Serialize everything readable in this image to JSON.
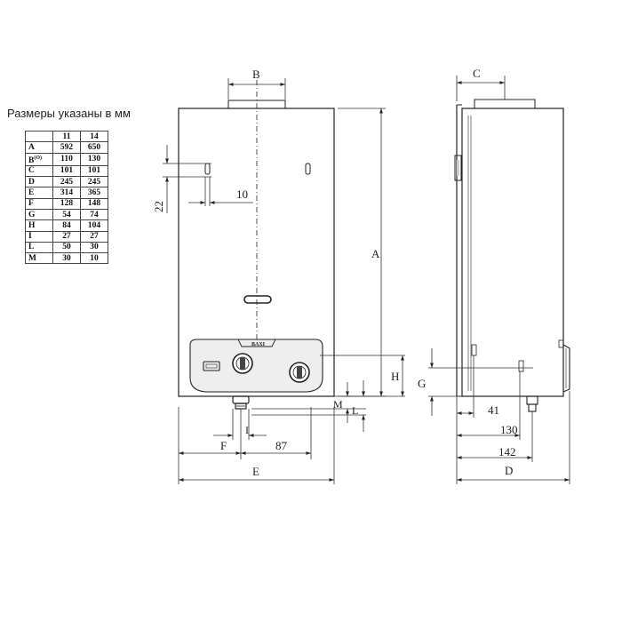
{
  "caption": "Размеры указаны  в мм",
  "table": {
    "columns": [
      "",
      "11",
      "14"
    ],
    "rows": [
      {
        "label": "A",
        "sup": "",
        "v11": "592",
        "v14": "650"
      },
      {
        "label": "B",
        "sup": "(O)",
        "v11": "110",
        "v14": "130"
      },
      {
        "label": "C",
        "sup": "",
        "v11": "101",
        "v14": "101"
      },
      {
        "label": "D",
        "sup": "",
        "v11": "245",
        "v14": "245"
      },
      {
        "label": "E",
        "sup": "",
        "v11": "314",
        "v14": "365"
      },
      {
        "label": "F",
        "sup": "",
        "v11": "128",
        "v14": "148"
      },
      {
        "label": "G",
        "sup": "",
        "v11": "54",
        "v14": "74"
      },
      {
        "label": "H",
        "sup": "",
        "v11": "84",
        "v14": "104"
      },
      {
        "label": "I",
        "sup": "",
        "v11": "27",
        "v14": "27"
      },
      {
        "label": "L",
        "sup": "",
        "v11": "50",
        "v14": "30"
      },
      {
        "label": "M",
        "sup": "",
        "v11": "30",
        "v14": "10"
      }
    ]
  },
  "front": {
    "brand": "BAXI",
    "dim_B": "B",
    "dim_A": "A",
    "dim_E": "E",
    "dim_F": "F",
    "dim_87": "87",
    "dim_I": "I",
    "dim_M": "M",
    "dim_L": "L",
    "dim_H": "H",
    "dim_22": "22",
    "dim_10": "10"
  },
  "side": {
    "dim_C": "C",
    "dim_D": "D",
    "dim_G": "G",
    "dim_41": "41",
    "dim_130": "130",
    "dim_142": "142"
  },
  "colors": {
    "line": "#222222",
    "dim": "#333333",
    "panel": "#eeeeee"
  }
}
